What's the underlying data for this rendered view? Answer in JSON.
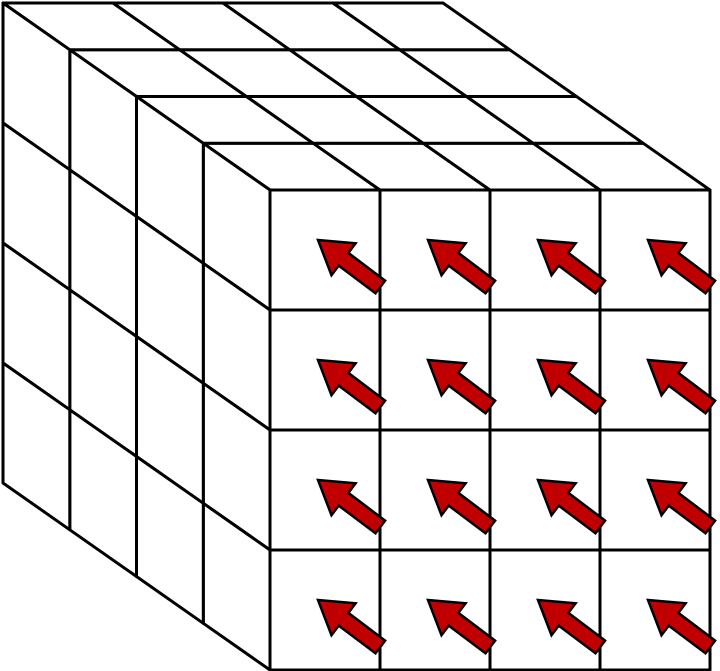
{
  "diagram": {
    "grid": {
      "rows": 4,
      "cols": 4,
      "depth": 4
    },
    "colors": {
      "line": "#000000",
      "face": "#ffffff",
      "arrow_fill": "#c00000",
      "arrow_stroke": "#000000"
    },
    "arrow_direction": "up-left",
    "arrow_icon": "arrow-up-left-icon"
  }
}
